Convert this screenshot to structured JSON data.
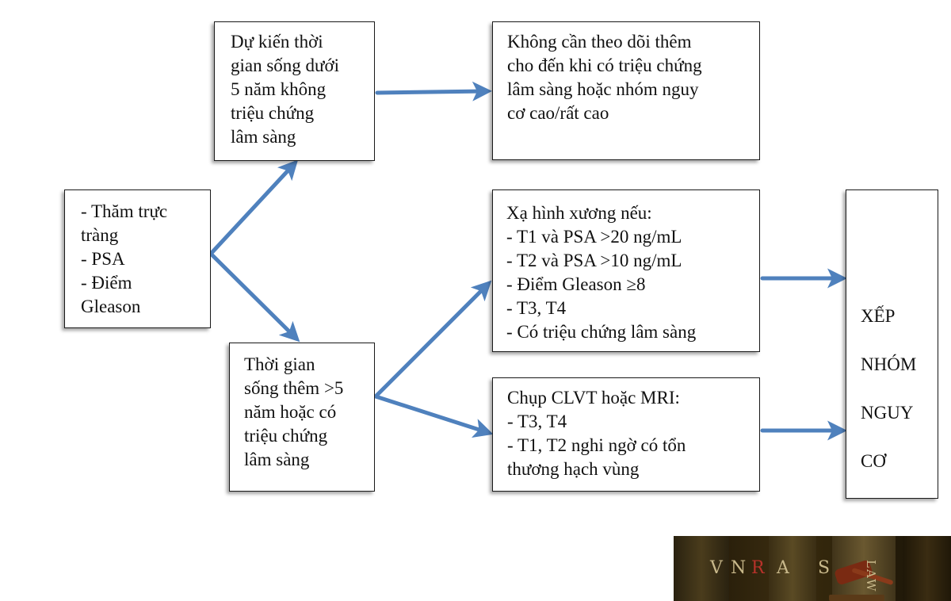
{
  "boxes": {
    "exam": {
      "lines": [
        "- Thăm trực",
        "tràng",
        "- PSA",
        "- Điểm",
        "Gleason"
      ]
    },
    "short": {
      "lines": [
        "Dự kiến thời",
        "gian sống dưới",
        "5 năm không",
        "triệu chứng",
        "lâm sàng"
      ]
    },
    "nofu": {
      "lines": [
        "Không cần theo dõi thêm",
        "cho đến khi có triệu chứng",
        "lâm sàng hoặc nhóm nguy",
        "cơ cao/rất cao"
      ]
    },
    "long": {
      "lines": [
        "Thời gian",
        "sống thêm >5",
        "năm hoặc có",
        "triệu chứng",
        "lâm sàng"
      ]
    },
    "bone": {
      "lines": [
        "Xạ hình xương nếu:",
        "- T1 và PSA >20 ng/mL",
        "- T2 và PSA >10 ng/mL",
        "- Điểm Gleason ≥8",
        "- T3, T4",
        "- Có triệu chứng lâm sàng"
      ]
    },
    "ct": {
      "lines": [
        "Chụp CLVT hoặc MRI:",
        "- T3, T4",
        "- T1, T2 nghi ngờ có tổn",
        "thương hạch vùng"
      ]
    },
    "risk": {
      "lines": [
        "XẾP",
        "NHÓM",
        "NGUY",
        "CƠ"
      ]
    }
  },
  "logo": {
    "letters": [
      "V",
      "N",
      "R",
      "A",
      "S",
      "LAW"
    ]
  },
  "colors": {
    "arrow": "#4f81bd",
    "logo_gold": "#c8b88a",
    "logo_red": "#b8322a"
  }
}
